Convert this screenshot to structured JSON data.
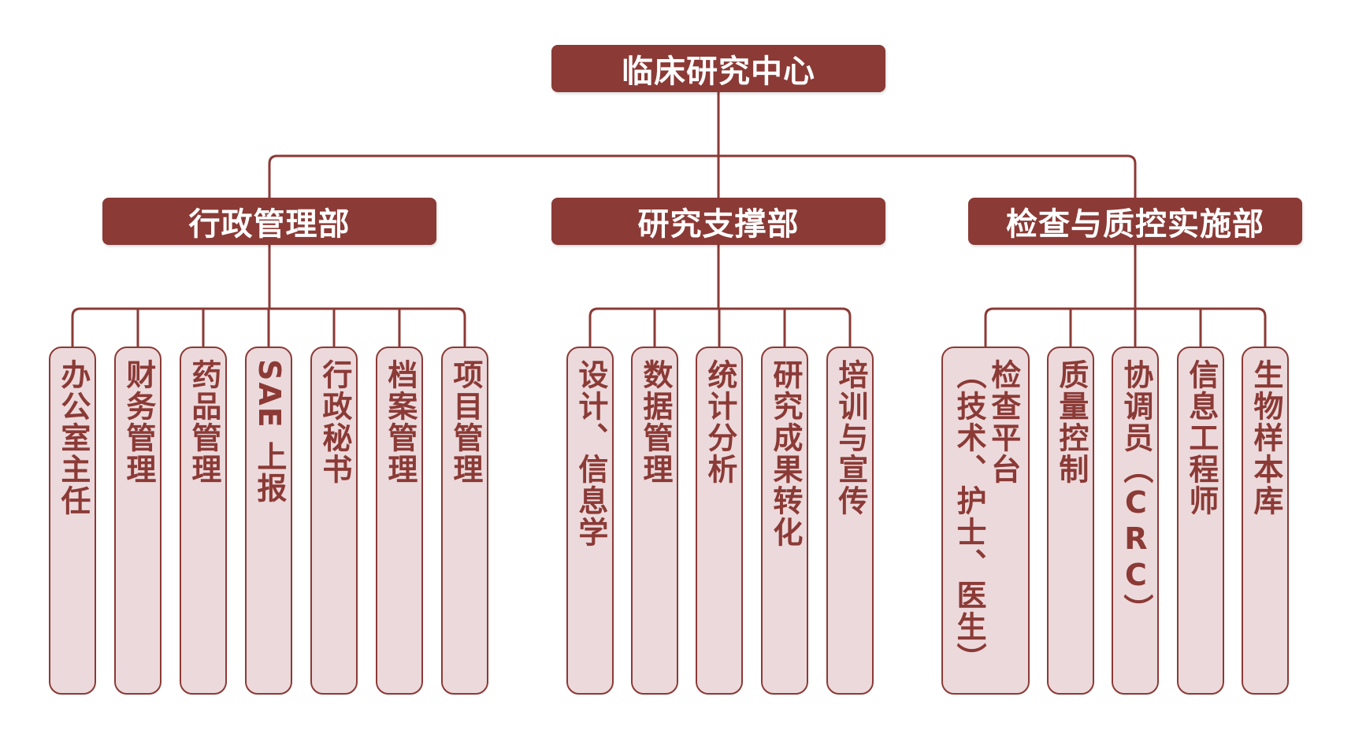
{
  "colors": {
    "dark_red": "#8b3a36",
    "leaf_fill": "#ecd9db",
    "white": "#ffffff"
  },
  "root": {
    "label": "临床研究中心"
  },
  "departments": [
    {
      "label": "行政管理部",
      "units": [
        {
          "lines": [
            "办公室主任"
          ]
        },
        {
          "lines": [
            "财务管理"
          ]
        },
        {
          "lines": [
            "药品管理"
          ]
        },
        {
          "lines": [
            "SAE 上报"
          ],
          "mixed": true
        },
        {
          "lines": [
            "行政秘书"
          ]
        },
        {
          "lines": [
            "档案管理"
          ]
        },
        {
          "lines": [
            "项目管理"
          ]
        }
      ]
    },
    {
      "label": "研究支撑部",
      "units": [
        {
          "lines": [
            "设计、信息学"
          ]
        },
        {
          "lines": [
            "数据管理"
          ]
        },
        {
          "lines": [
            "统计分析"
          ]
        },
        {
          "lines": [
            "研究成果转化"
          ]
        },
        {
          "lines": [
            "培训与宣传"
          ]
        }
      ]
    },
    {
      "label": "检查与质控实施部",
      "units": [
        {
          "lines": [
            "检查平台",
            "（技术、护士、医生）"
          ]
        },
        {
          "lines": [
            "质量控制"
          ]
        },
        {
          "lines": [
            "协调员（CRC）"
          ]
        },
        {
          "lines": [
            "信息工程师"
          ]
        },
        {
          "lines": [
            "生物样本库"
          ]
        }
      ]
    }
  ]
}
